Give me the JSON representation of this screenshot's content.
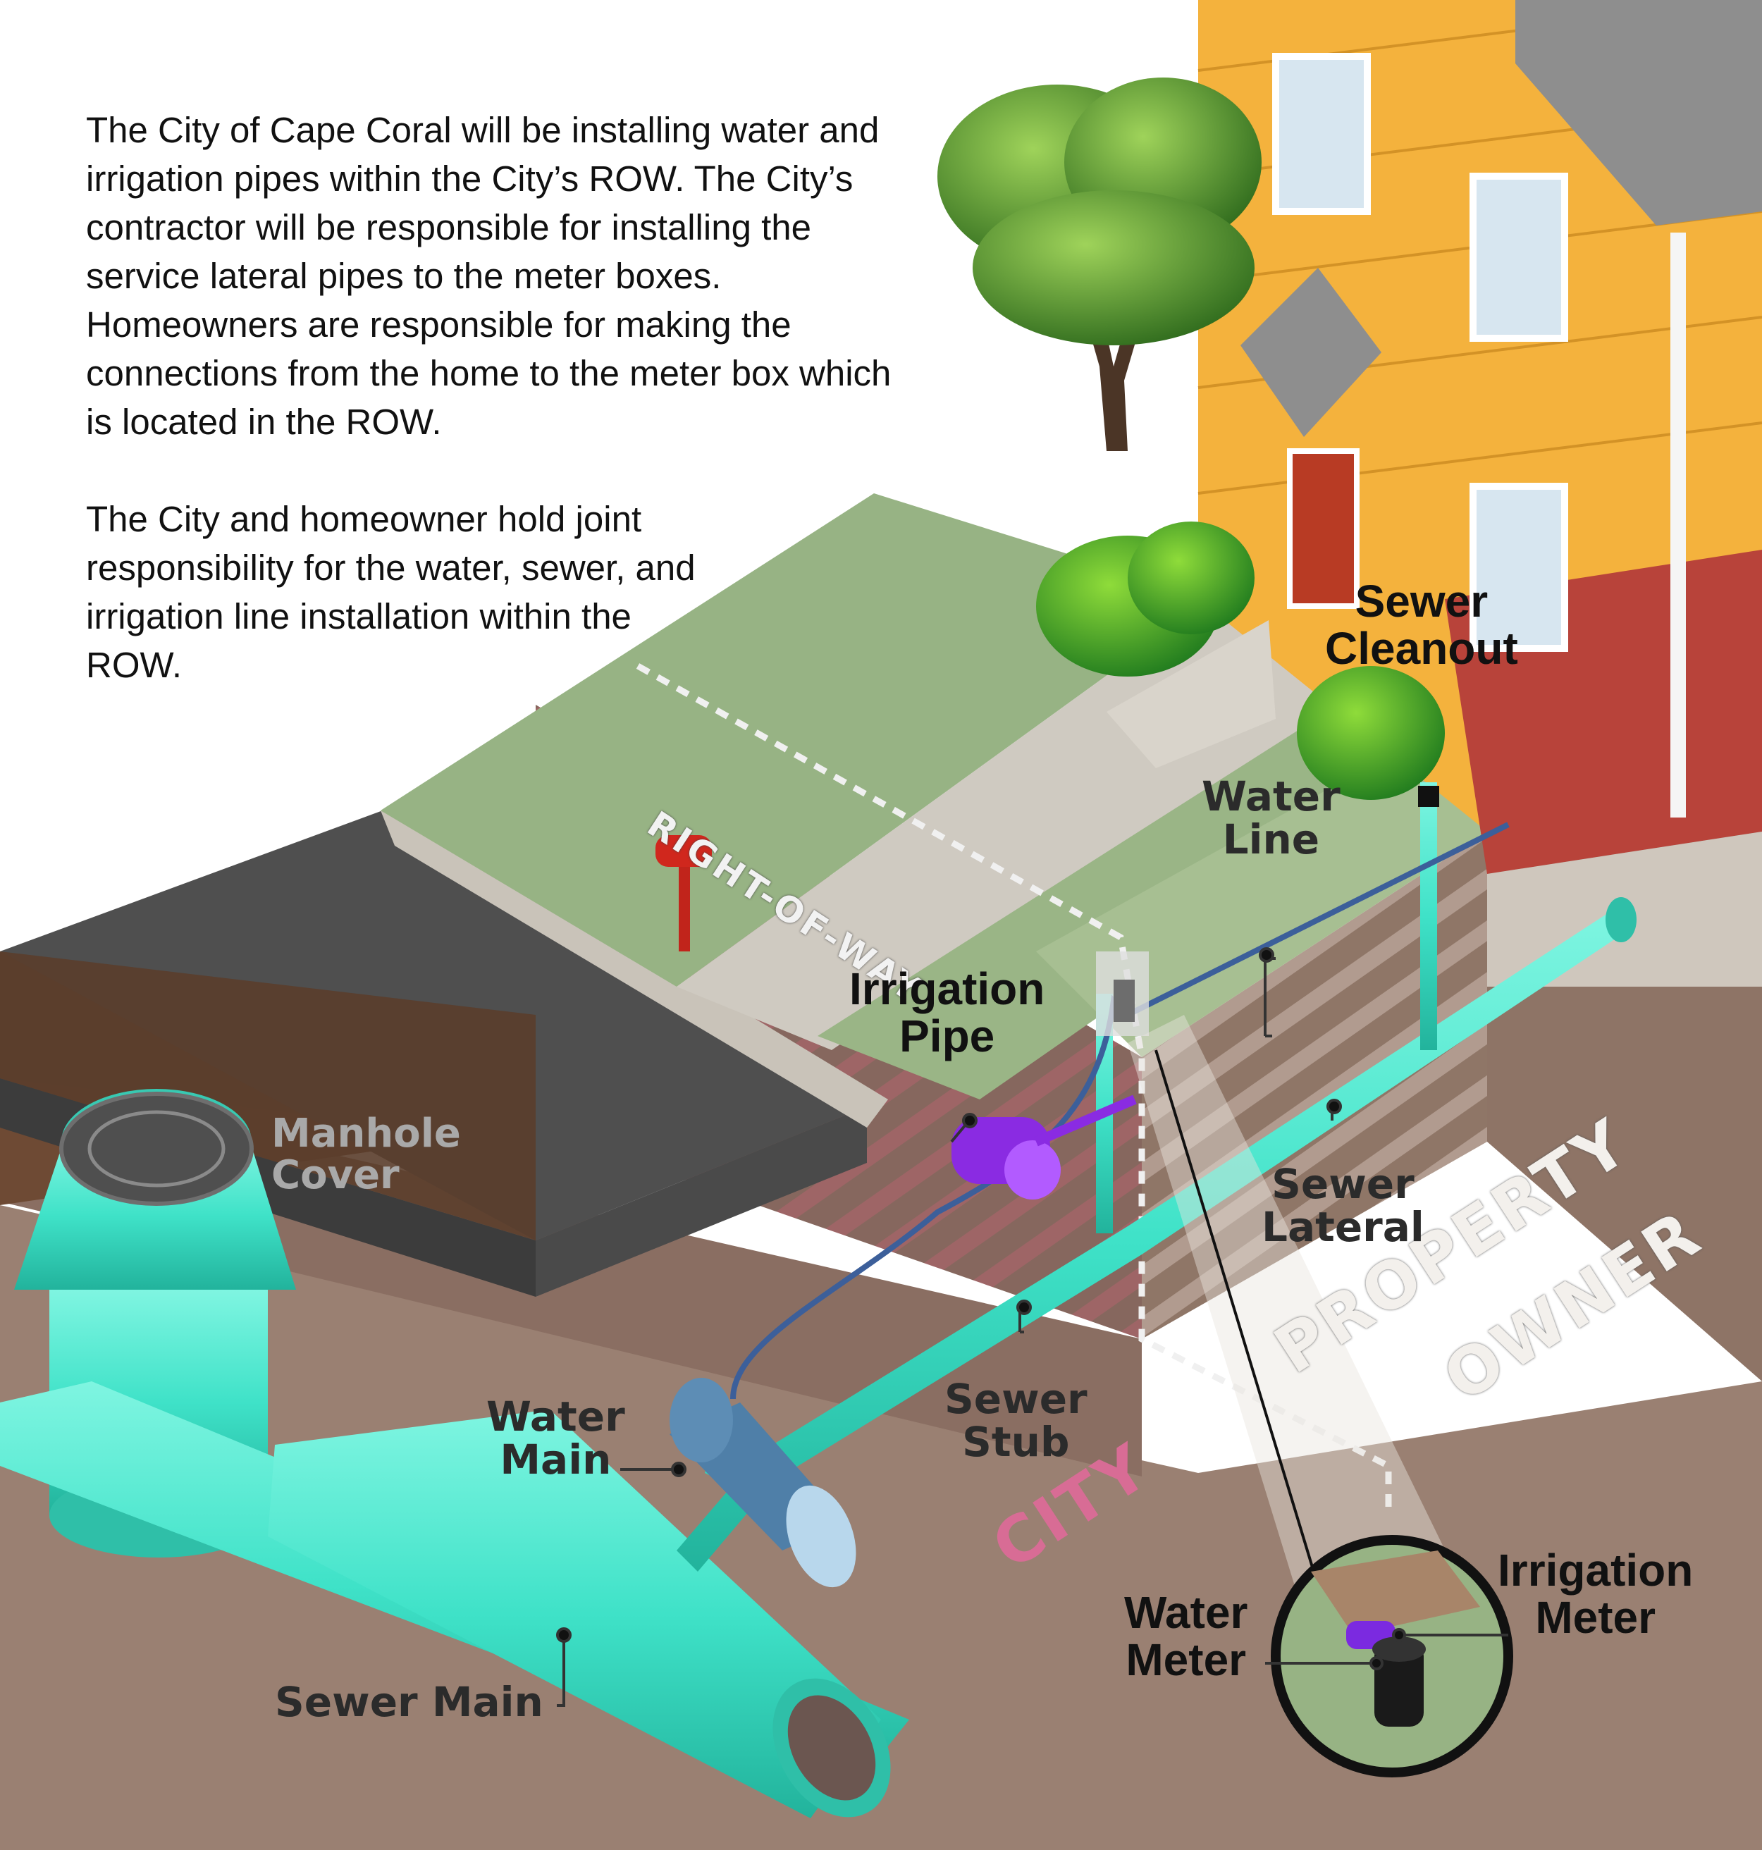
{
  "intro": {
    "p1": "The City of Cape Coral will be installing water and irrigation pipes within the City’s ROW. The City’s contractor will be responsible for installing the service lateral pipes to the meter boxes. Homeowners are responsible for making the connections from the home to the meter box which is located in the ROW.",
    "p2": "The City and homeowner hold joint responsibility for the water, sewer, and irrigation line installation within the ROW."
  },
  "labels": {
    "sewer_cleanout": [
      "Sewer",
      "Cleanout"
    ],
    "water_line": [
      "Water",
      "Line"
    ],
    "irrigation_pipe": [
      "Irrigation",
      "Pipe"
    ],
    "manhole_cover": [
      "Manhole",
      "Cover"
    ],
    "sewer_lateral": [
      "Sewer",
      "Lateral"
    ],
    "water_main": [
      "Water",
      "Main"
    ],
    "sewer_stub": [
      "Sewer",
      "Stub"
    ],
    "sewer_main": "Sewer Main",
    "irrigation_meter": [
      "Irrigation",
      "Meter"
    ],
    "water_meter": [
      "Water",
      "Meter"
    ]
  },
  "regions": {
    "right_of_way": "RIGHT-OF-WAY",
    "property": "PROPERTY",
    "owner": "OWNER",
    "city": "CITY"
  },
  "colors": {
    "pipe_teal": "#3fe2c8",
    "irrigation_purple": "#8a2be2",
    "water_main_blue": "#4f7fa8",
    "grass": "#97b384",
    "road": "#4f4f4f",
    "soil": "#8f7667",
    "house_siding": "#f4b23d",
    "roof": "#8e8e8e",
    "brick": "#b8433a",
    "city_pink": "#d86c95"
  }
}
